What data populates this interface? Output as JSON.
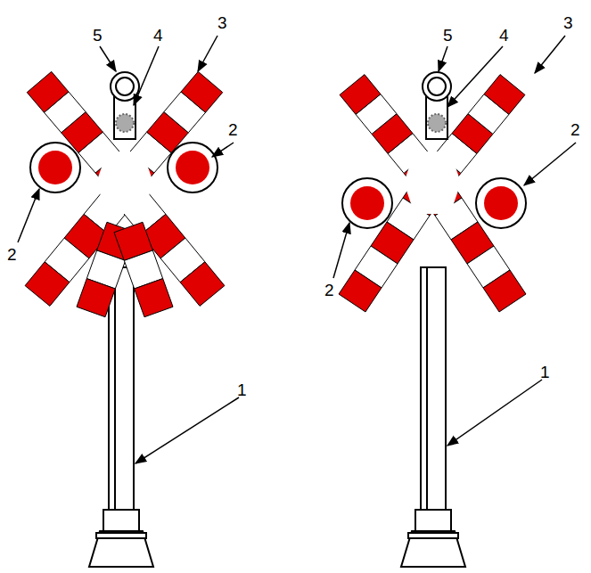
{
  "diagram": {
    "labels": [
      "5",
      "4",
      "3",
      "2",
      "2",
      "1",
      "5",
      "4",
      "3",
      "2",
      "2",
      "1"
    ]
  }
}
